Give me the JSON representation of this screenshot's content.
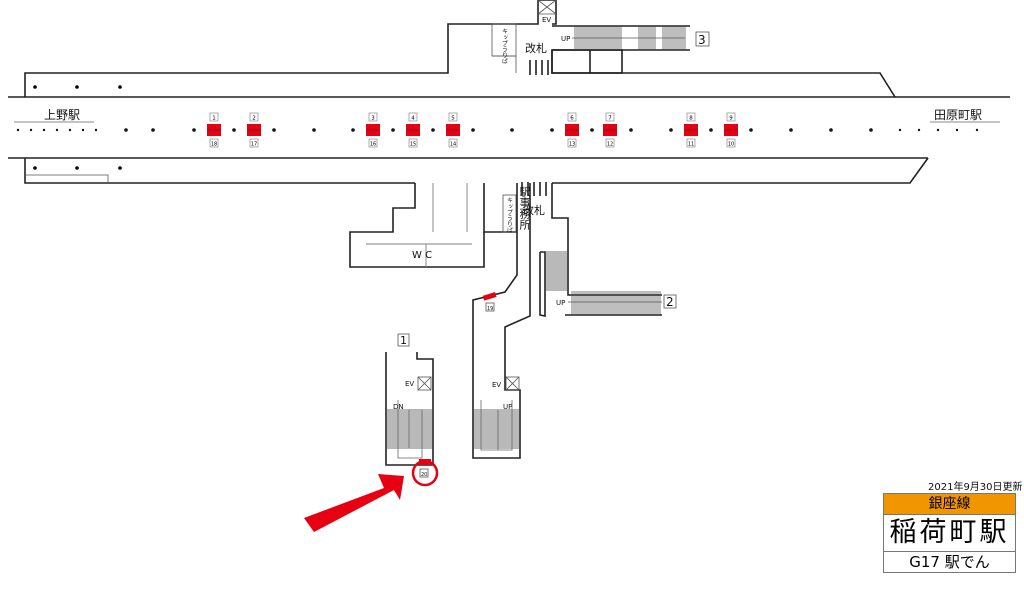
{
  "stations": {
    "left": "上野駅",
    "right": "田原町駅"
  },
  "car_positions": {
    "upper": [
      "1",
      "2",
      "3",
      "4",
      "5",
      "6",
      "7",
      "8",
      "9"
    ],
    "lower": [
      "18",
      "17",
      "16",
      "15",
      "14",
      "13",
      "12",
      "11",
      "10"
    ]
  },
  "extra_positions": {
    "near_exit2": "19",
    "target": "20"
  },
  "labels": {
    "ev": "EV",
    "up": "UP",
    "dn": "DN",
    "gate": "改札",
    "ticket": "キップうりば",
    "office": "駅事務所",
    "wc": "W C"
  },
  "exits": {
    "exit1": "1",
    "exit2": "2",
    "exit3": "3"
  },
  "legend": {
    "updated": "2021年9月30日更新",
    "line": "銀座線",
    "station": "稲荷町駅",
    "code": "G17 駅でん"
  },
  "colors": {
    "marker": "#e60012",
    "line": "#f29600",
    "highlight": "#e60012"
  }
}
